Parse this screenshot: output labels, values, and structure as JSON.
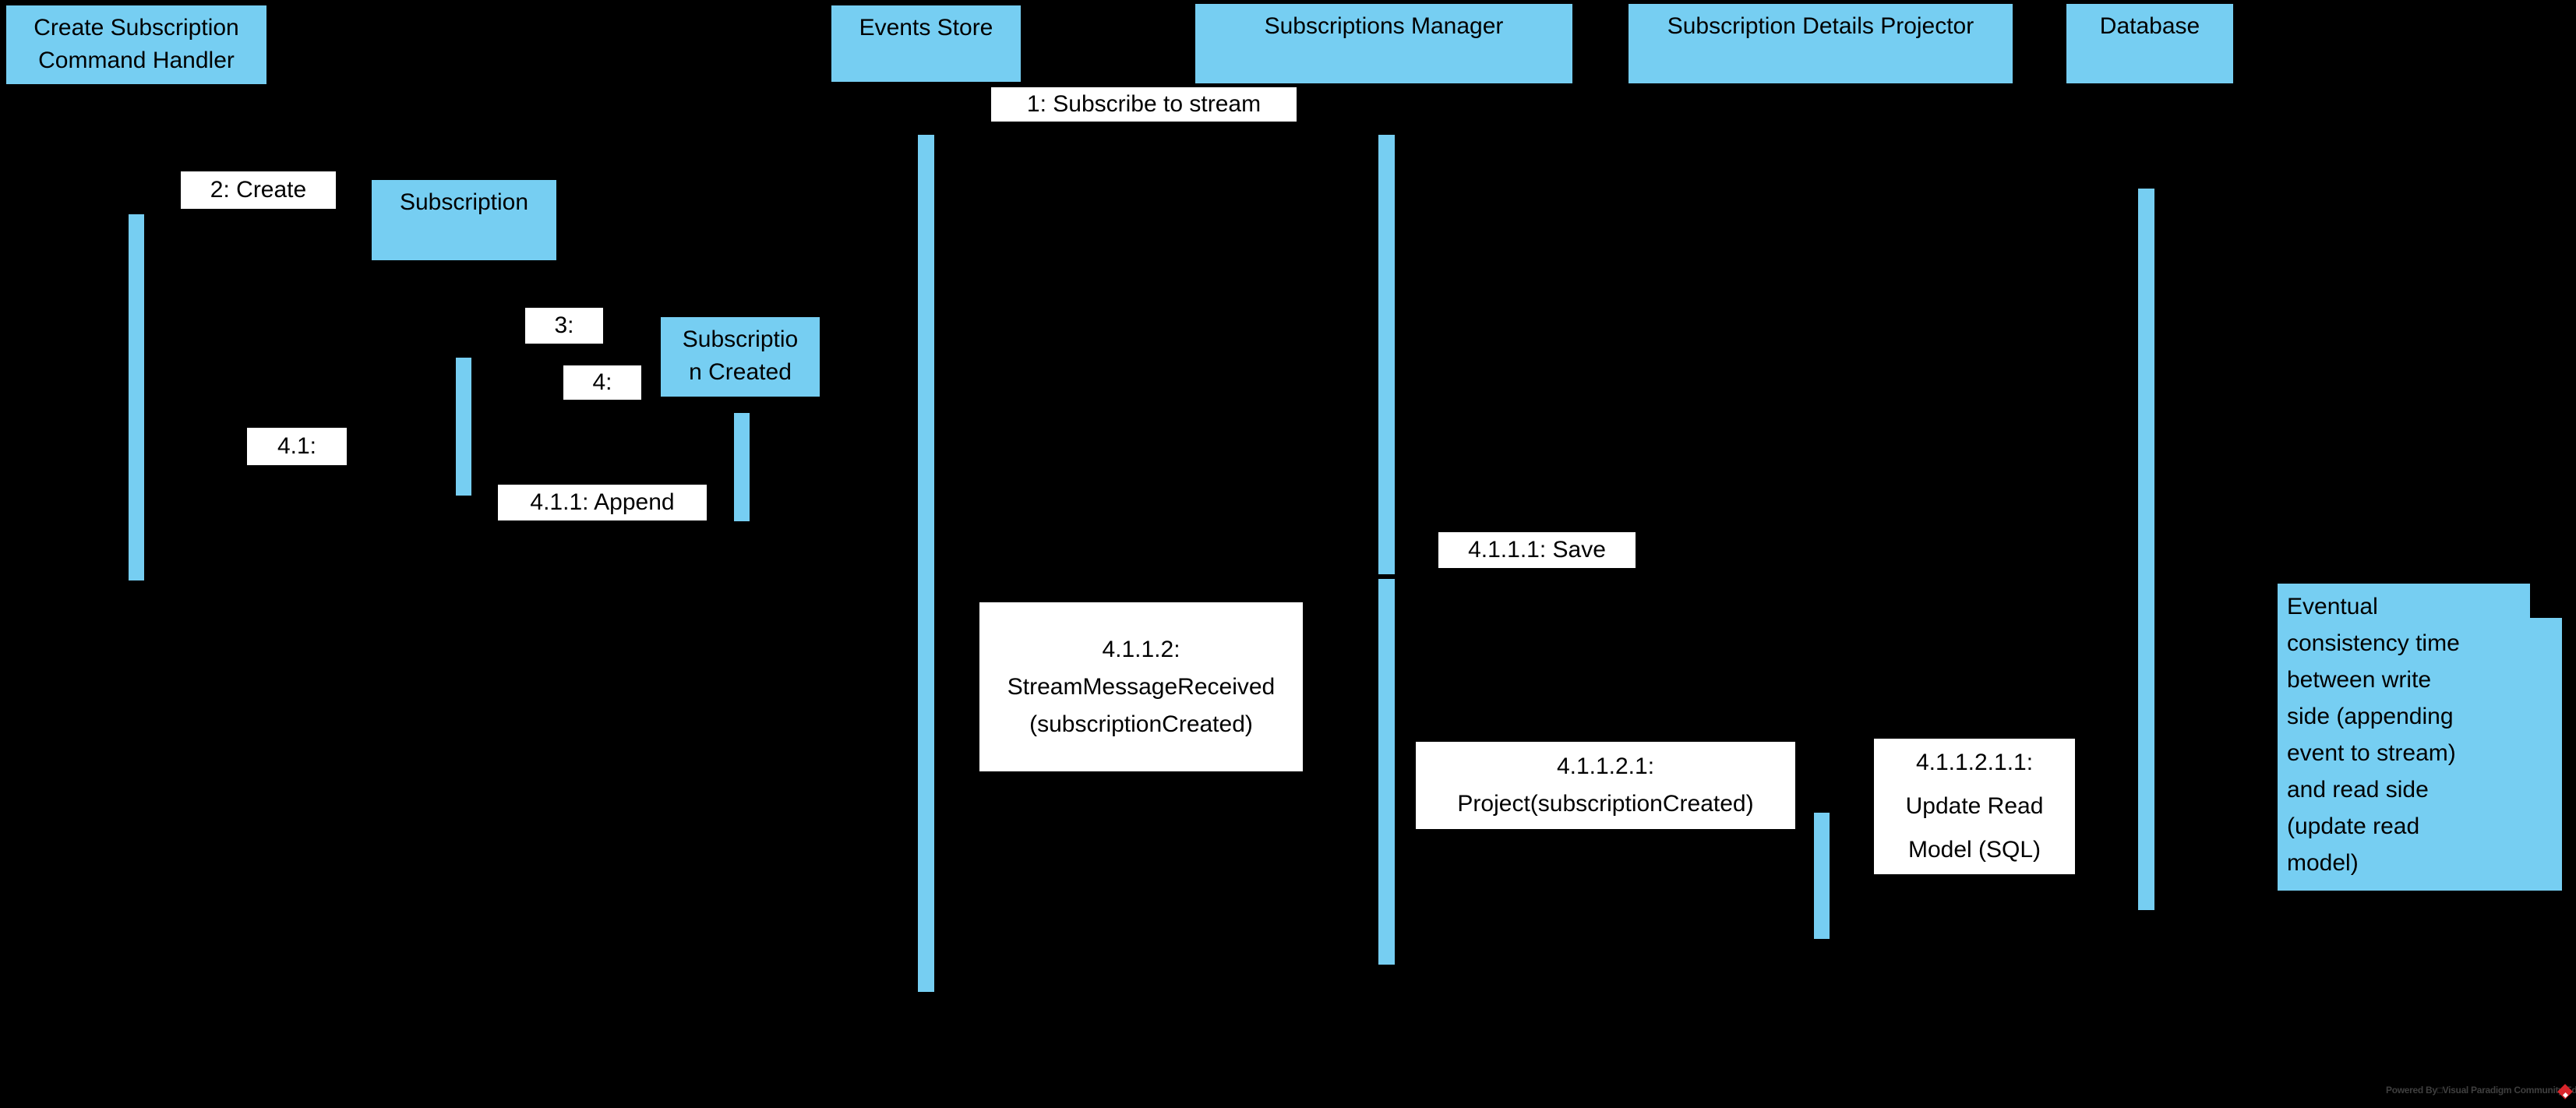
{
  "colors": {
    "accent_blue": "#76CEF2",
    "message_bg": "#FFFFFF",
    "background": "#000000",
    "text": "#000000",
    "watermark_text": "#3F3F3F",
    "logo_red": "#D9252B"
  },
  "participants": {
    "create_handler": {
      "lines": [
        "Create Subscription",
        "Command Handler"
      ]
    },
    "events_store": {
      "lines": [
        "Events Store"
      ]
    },
    "subscriptions_manager": {
      "lines": [
        "Subscriptions Manager"
      ]
    },
    "details_projector": {
      "lines": [
        "Subscription Details Projector"
      ]
    },
    "database": {
      "lines": [
        "Database"
      ]
    }
  },
  "objects": {
    "subscription": {
      "lines": [
        "Subscription"
      ]
    },
    "subscription_created": {
      "lines": [
        "Subscriptio",
        "n Created"
      ]
    }
  },
  "messages": {
    "m1": {
      "label": "1: Subscribe to stream"
    },
    "m2": {
      "label": "2: Create"
    },
    "m3": {
      "label": "3:"
    },
    "m4": {
      "label": "4:"
    },
    "m4_1": {
      "label": "4.1:"
    },
    "m4_1_1": {
      "label": "4.1.1: Append"
    },
    "m4_1_1_1": {
      "label": "4.1.1.1: Save"
    },
    "m4_1_1_2": {
      "lines": [
        "4.1.1.2:",
        "StreamMessageReceived",
        "(subscriptionCreated)"
      ]
    },
    "m4_1_1_2_1": {
      "lines": [
        "4.1.1.2.1:",
        "Project(subscriptionCreated)"
      ]
    },
    "m4_1_1_2_1_1": {
      "lines": [
        "4.1.1.2.1.1:",
        "Update Read",
        "Model (SQL)"
      ]
    }
  },
  "note": {
    "lines": [
      "Eventual",
      "consistency time",
      "between write",
      "side (appending",
      "event to stream)",
      "and read side",
      "(update read",
      "model)"
    ]
  },
  "watermark": {
    "text": "Powered By□Visual Paradigm Community Edition"
  }
}
